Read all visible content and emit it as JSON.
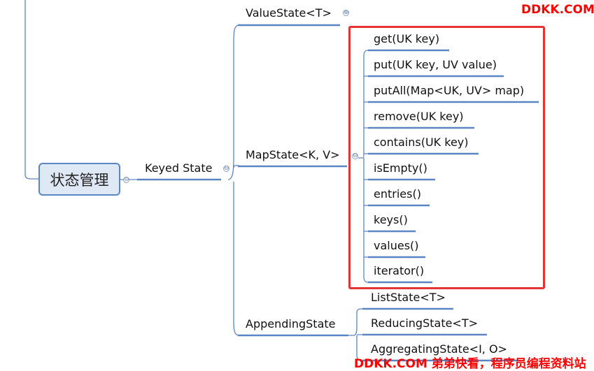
{
  "root": {
    "label": "状态管理"
  },
  "keyed_state": {
    "label": "Keyed State"
  },
  "value_state": {
    "label": "ValueState<T>"
  },
  "map_state": {
    "label": "MapState<K, V>",
    "methods": [
      "get(UK key)",
      "put(UK key, UV value)",
      "putAll(Map<UK, UV> map)",
      "remove(UK key)",
      "contains(UK key)",
      "isEmpty()",
      "entries()",
      "keys()",
      "values()",
      "iterator()"
    ]
  },
  "appending_state": {
    "label": "AppendingState",
    "children": [
      "ListState<T>",
      "ReducingState<T>",
      "AggregatingState<I, O>"
    ]
  },
  "toggles": {
    "expanded": "⊖",
    "collapsed": "⊕"
  },
  "watermarks": {
    "top_right": "DDKK.COM",
    "bottom": "DDKK.COM 弟弟快看，程序员编程资料站"
  },
  "colors": {
    "line": "#5b86c4",
    "root_fill": "#dfe8f5",
    "highlight": "#e53333",
    "watermark": "#ff0000"
  }
}
